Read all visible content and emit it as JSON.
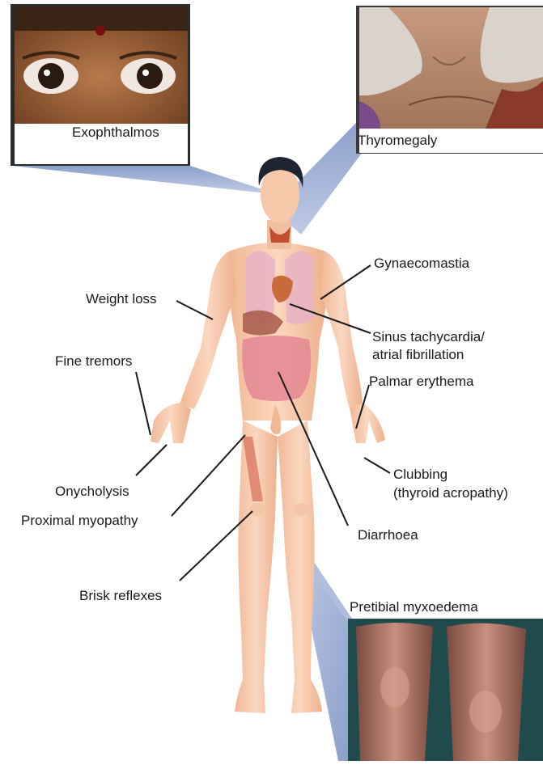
{
  "photos": {
    "exophthalmos": "Exophthalmos",
    "thyromegaly": "Thyromegaly",
    "pretibial": "Pretibial myxoedema"
  },
  "labels": {
    "weight_loss": "Weight loss",
    "fine_tremors": "Fine tremors",
    "onycholysis": "Onycholysis",
    "proximal_myopathy": "Proximal myopathy",
    "brisk_reflexes": "Brisk reflexes",
    "gynaecomastia": "Gynaecomastia",
    "sinus_line1": "Sinus tachycardia/",
    "sinus_line2": "atrial fibrillation",
    "palmar_erythema": "Palmar erythema",
    "clubbing_line1": "Clubbing",
    "clubbing_line2": "(thyroid acropathy)",
    "diarrhoea": "Diarrhoea"
  }
}
